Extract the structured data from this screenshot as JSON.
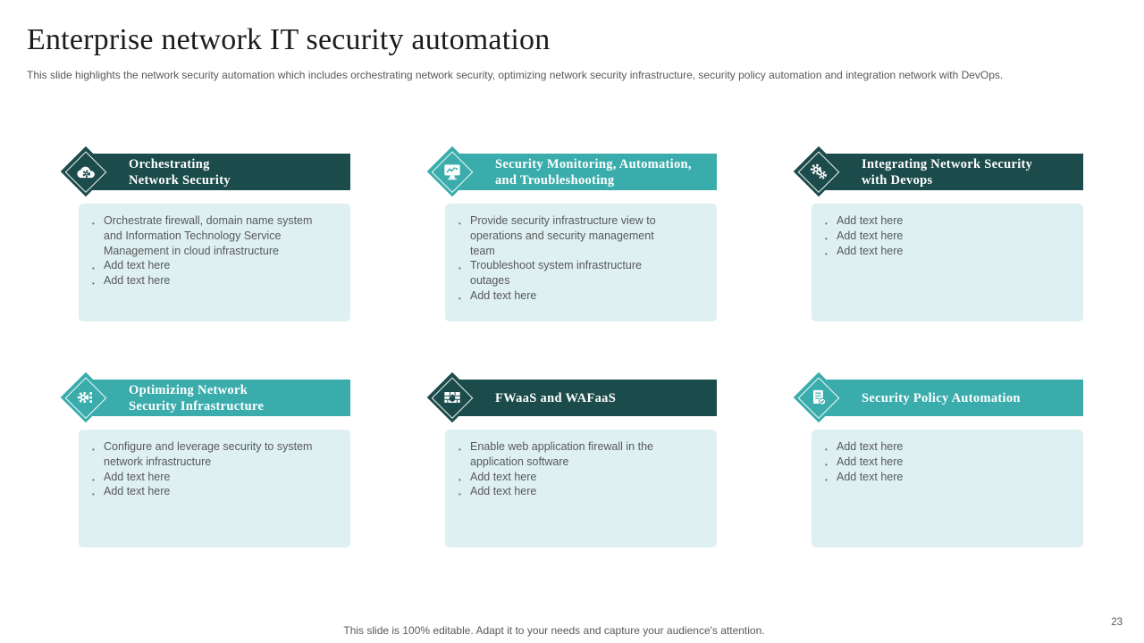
{
  "slide": {
    "title": "Enterprise network IT security automation",
    "subtitle": "This slide highlights the network security automation which includes orchestrating network security, optimizing network security infrastructure, security policy automation and integration network with DevOps.",
    "footer_note": "This slide is 100% editable. Adapt it to your needs and capture your audience's attention.",
    "page_number": "23"
  },
  "colors": {
    "dark_teal": "#1c4b4b",
    "teal": "#3aacac",
    "card_body_bg": "#def0f2",
    "body_text": "#595959"
  },
  "cards": [
    {
      "icon": "cloud-gear-icon",
      "theme_color": "#1c4b4b",
      "title_line1": "Orchestrating",
      "title_line2": "Network Security",
      "bullets": [
        "Orchestrate firewall, domain name system and Information Technology Service Management in cloud infrastructure",
        "Add text here",
        "Add text here"
      ]
    },
    {
      "icon": "monitor-chart-icon",
      "theme_color": "#3aacac",
      "title_line1": "Security Monitoring, Automation,",
      "title_line2": "and Troubleshooting",
      "bullets": [
        "Provide security infrastructure view to operations and security management team",
        "Troubleshoot system infrastructure outages",
        "Add text here"
      ]
    },
    {
      "icon": "gears-icon",
      "theme_color": "#1c4b4b",
      "title_line1": "Integrating Network Security",
      "title_line2": "with Devops",
      "bullets": [
        "Add text here",
        "Add text here",
        "Add text here"
      ]
    },
    {
      "icon": "gear-list-icon",
      "theme_color": "#3aacac",
      "title_line1": "Optimizing Network",
      "title_line2": "Security Infrastructure",
      "bullets": [
        "Configure and leverage security to system network infrastructure",
        "Add text here",
        "Add text here"
      ]
    },
    {
      "icon": "firewall-icon",
      "theme_color": "#1c4b4b",
      "title_line1": "FWaaS and WAFaaS",
      "title_line2": "",
      "bullets": [
        "Enable web application firewall in the application software",
        "Add text here",
        "Add text here"
      ]
    },
    {
      "icon": "document-check-icon",
      "theme_color": "#3aacac",
      "title_line1": "Security Policy Automation",
      "title_line2": "",
      "bullets": [
        "Add text here",
        "Add text here",
        "Add text here"
      ]
    }
  ]
}
